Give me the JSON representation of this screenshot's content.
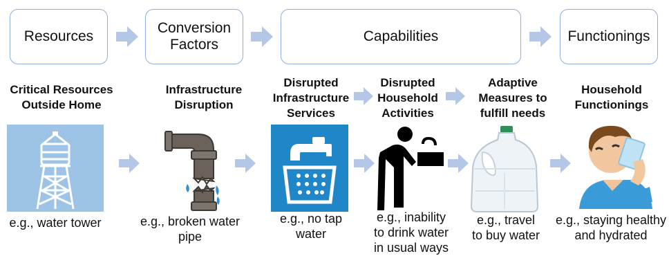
{
  "top_row": {
    "resources": "Resources",
    "conversion_factors": [
      "Conversion",
      "Factors"
    ],
    "capabilities": "Capabilities",
    "functionings": "Functionings"
  },
  "stages": [
    {
      "title": [
        "Critical Resources",
        "Outside Home"
      ],
      "caption": [
        "e.g., water tower"
      ],
      "icon": "water-tower-icon"
    },
    {
      "title": [
        "Infrastructure",
        "Disruption"
      ],
      "caption": [
        "e.g., broken water",
        "pipe"
      ],
      "icon": "broken-pipe-icon"
    },
    {
      "title": [
        "Disrupted",
        "Infrastructure",
        "Services"
      ],
      "caption": [
        "e.g., no tap",
        "water"
      ],
      "icon": "faucet-icon"
    },
    {
      "title": [
        "Disrupted",
        "Household",
        "Activities"
      ],
      "caption": [
        "e.g., inability",
        "to drink water",
        "in usual ways"
      ],
      "icon": "drinking-fountain-icon"
    },
    {
      "title": [
        "Adaptive",
        "Measures to",
        "fulfill needs"
      ],
      "caption": [
        "e.g., travel",
        "to buy water"
      ],
      "icon": "water-jug-icon"
    },
    {
      "title": [
        "Household",
        "Functionings"
      ],
      "caption": [
        "e.g., staying healthy",
        "and hydrated"
      ],
      "icon": "person-drinking-icon"
    }
  ],
  "colors": {
    "box_border": "#8fb0d6",
    "arrow": "#b4c7e7",
    "tower_bg": "#9dc3e6",
    "faucet_bg": "#1f86c8"
  }
}
